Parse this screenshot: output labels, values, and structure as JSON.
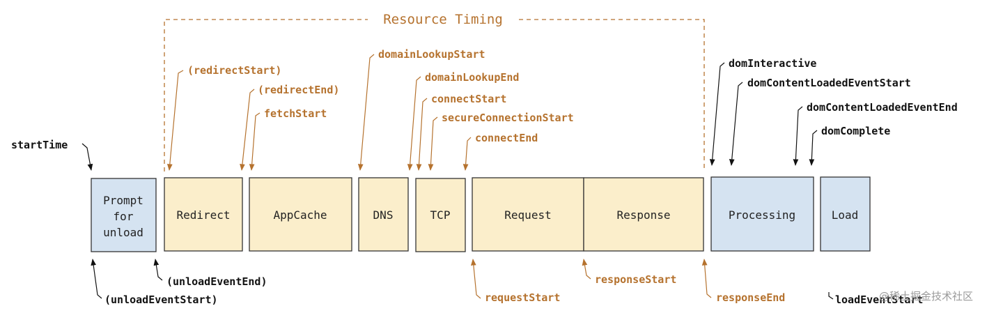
{
  "title": "Resource Timing",
  "colors": {
    "orange": "#b5722e",
    "black": "#111111",
    "yellow_fill": "#fbeecb",
    "blue_fill": "#d5e3f1"
  },
  "boxes": {
    "prompt_line1": "Prompt",
    "prompt_line2": "for",
    "prompt_line3": "unload",
    "redirect": "Redirect",
    "appcache": "AppCache",
    "dns": "DNS",
    "tcp": "TCP",
    "request": "Request",
    "response": "Response",
    "processing": "Processing",
    "load": "Load"
  },
  "markers": {
    "startTime": "startTime",
    "unloadEventStart": "(unloadEventStart)",
    "unloadEventEnd": "(unloadEventEnd)",
    "redirectStart": "(redirectStart)",
    "redirectEnd": "(redirectEnd)",
    "fetchStart": "fetchStart",
    "domainLookupStart": "domainLookupStart",
    "domainLookupEnd": "domainLookupEnd",
    "connectStart": "connectStart",
    "secureConnectionStart": "secureConnectionStart",
    "connectEnd": "connectEnd",
    "requestStart": "requestStart",
    "responseStart": "responseStart",
    "responseEnd": "responseEnd",
    "domInteractive": "domInteractive",
    "domContentLoadedEventStart": "domContentLoadedEventStart",
    "domContentLoadedEventEnd": "domContentLoadedEventEnd",
    "domComplete": "domComplete",
    "loadEventStart": "loadEventStart"
  },
  "watermark": "@稀土掘金技术社区"
}
